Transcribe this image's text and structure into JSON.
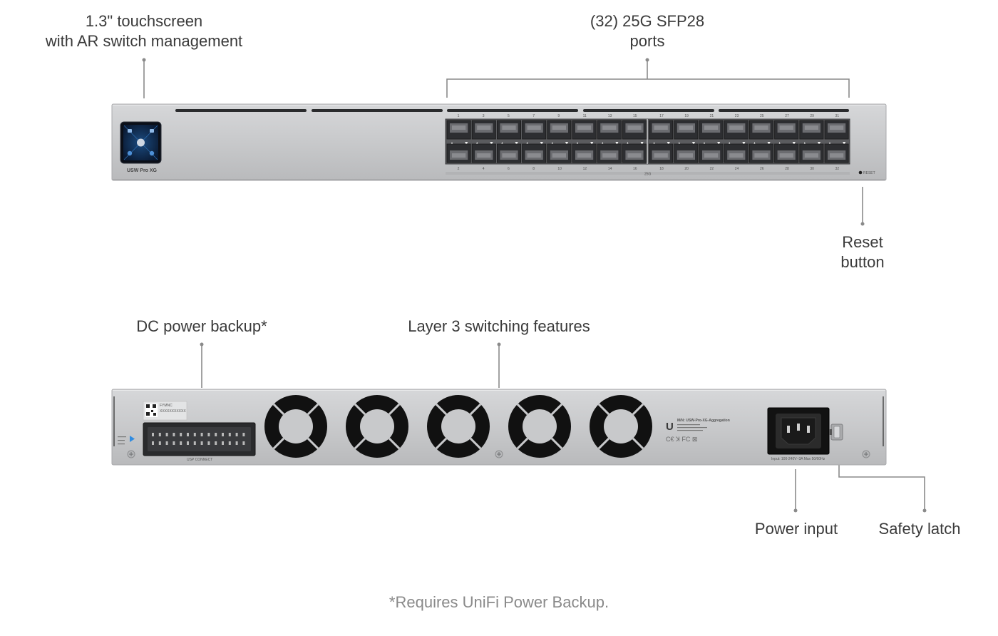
{
  "callouts": {
    "touchscreen": {
      "line1": "1.3\" touchscreen",
      "line2": "with AR switch management"
    },
    "sfp_ports": {
      "line1": "(32) 25G SFP28",
      "line2": "ports"
    },
    "reset": {
      "line1": "Reset",
      "line2": "button"
    },
    "dc_power": {
      "line1": "DC power backup*"
    },
    "layer3": {
      "line1": "Layer 3 switching features"
    },
    "power_input": {
      "line1": "Power input"
    },
    "safety_latch": {
      "line1": "Safety latch"
    }
  },
  "footnote": "*Requires UniFi Power Backup.",
  "front_panel": {
    "model_label": "USW Pro XG",
    "reset_label": "RESET",
    "port_numbers_top": [
      "1",
      "3",
      "5",
      "7",
      "9",
      "11",
      "13",
      "15",
      "17",
      "19",
      "21",
      "23",
      "25",
      "27",
      "29",
      "31"
    ],
    "port_numbers_bottom": [
      "2",
      "4",
      "6",
      "8",
      "10",
      "12",
      "14",
      "16",
      "18",
      "20",
      "22",
      "24",
      "26",
      "28",
      "30",
      "32"
    ],
    "speed_label": "25G"
  },
  "rear_panel": {
    "usp_connect_label": "USP CONNECT",
    "input_rating": "Input: 100-240V~3A Max 50/60Hz",
    "product_label": "M/N: USW-Pro-XG-Aggregation",
    "sticker_line1": "FYMNC",
    "sticker_line2": "XXXXXXXXXXX"
  },
  "colors": {
    "chassis": "#c9cacc",
    "port_dark": "#3a3b3e",
    "fan_black": "#111111",
    "leader_line": "#8a8a8a"
  }
}
